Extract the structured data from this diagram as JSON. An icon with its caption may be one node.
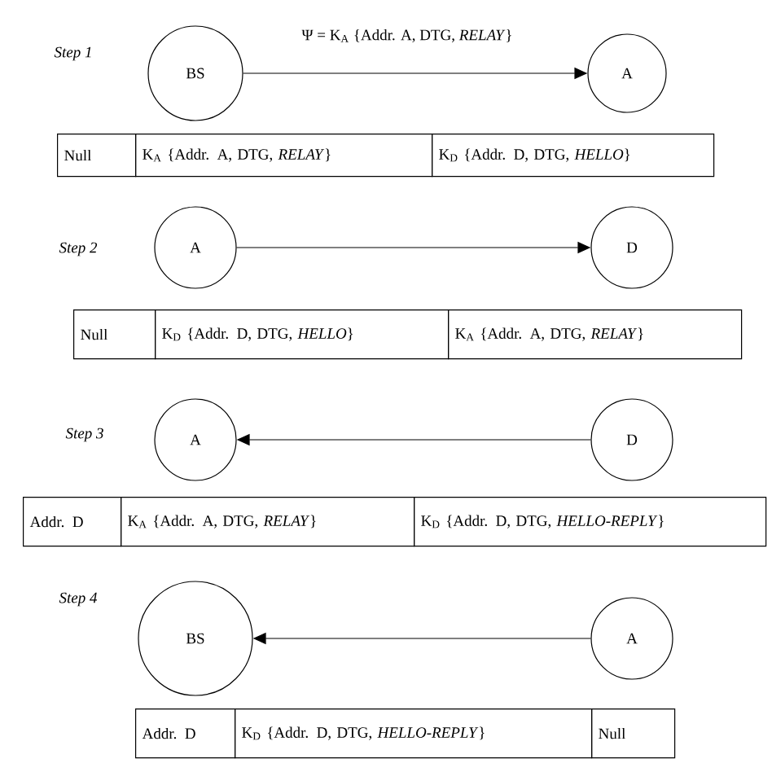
{
  "diagram": {
    "nodes": [
      {
        "text": [
          "BS"
        ]
      },
      {
        "text": [
          "A"
        ]
      },
      {
        "text": [
          "A"
        ]
      },
      {
        "text": [
          "D"
        ]
      },
      {
        "text": [
          "A"
        ]
      },
      {
        "text": [
          "D"
        ]
      },
      {
        "text": [
          "BS"
        ]
      },
      {
        "text": [
          "A"
        ]
      }
    ],
    "edges": [
      {
        "from": 0,
        "to": 1,
        "arrow": "to",
        "label": "Ψ = K$_{A}$ {Addr. A, DTG, *RELAY*}"
      },
      {
        "from": 2,
        "to": 3,
        "arrow": "to"
      },
      {
        "from": 5,
        "to": 4,
        "arrow": "to"
      },
      {
        "from": 7,
        "to": 6,
        "arrow": "to"
      }
    ],
    "labels": [
      "Step 1",
      "Null",
      "K$_{A}$ {Addr. A, DTG, *RELAY*}",
      "K$_{D}$ {Addr. D, DTG, *HELLO*}",
      "Step 2",
      "Null",
      "K$_{D}$ {Addr. D, DTG, *HELLO*}",
      "K$_{A}$ {Addr. A, DTG, *RELAY*}",
      "Step 3",
      "Addr. D",
      "K$_{A}$ {Addr. A, DTG, *RELAY*}",
      "K$_{D}$ {Addr. D, DTG, *HELLO-REPLY*}",
      "Step 4",
      "Addr. D",
      "K$_{D}$ {Addr. D, DTG, *HELLO-REPLY*}",
      "Null"
    ]
  }
}
